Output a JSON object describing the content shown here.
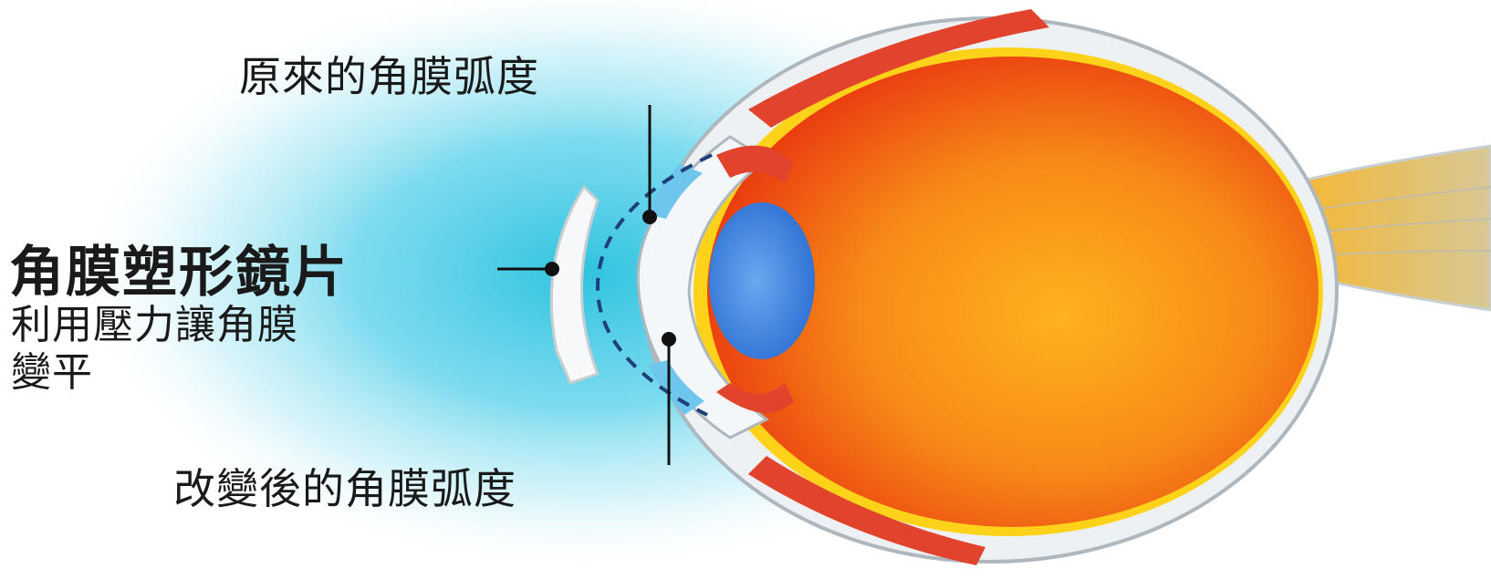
{
  "labels": {
    "original_curvature": "原來的角膜弧度",
    "changed_curvature": "改變後的角膜弧度",
    "lens_title": "角膜塑形鏡片",
    "lens_desc_line1": "利用壓力讓角膜",
    "lens_desc_line2": "變平"
  },
  "colors": {
    "glow": "#3ccfe6",
    "eye_interior": "#f25a12",
    "eye_interior_light": "#ffc233",
    "muscle": "#e1432c",
    "sclera_edge": "#ffd21a",
    "lens": "#f5f7f8",
    "iris_lens": "#3b80e0",
    "line": "#111111"
  }
}
